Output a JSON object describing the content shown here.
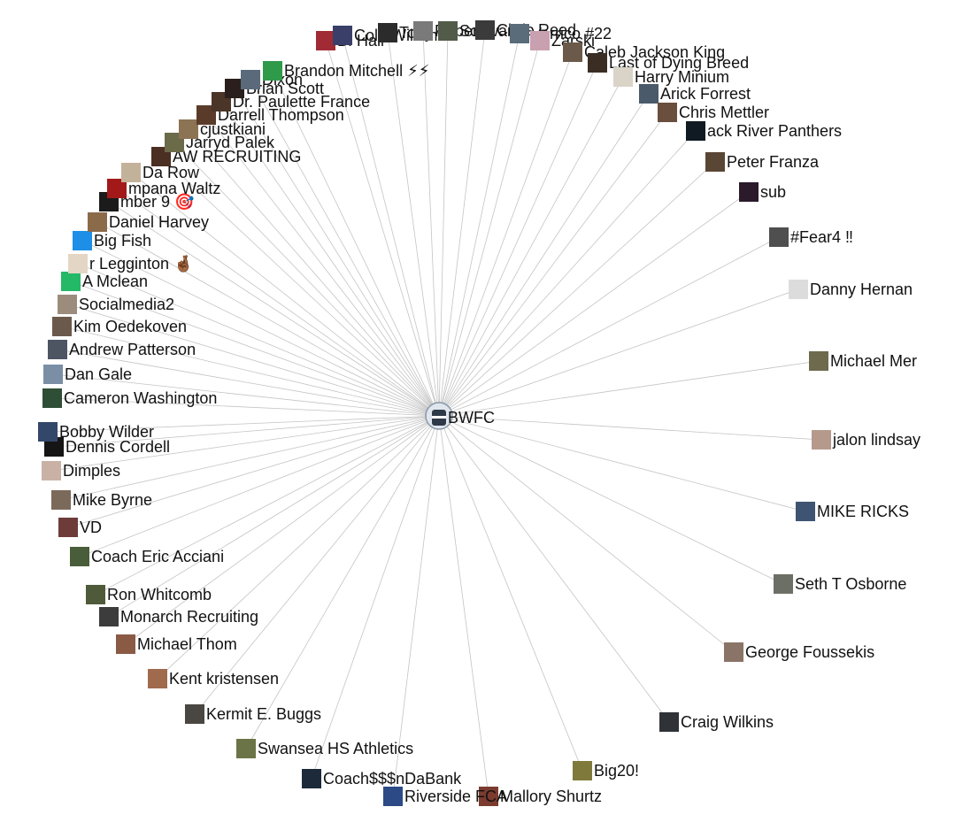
{
  "center": {
    "label": "BWFC"
  },
  "colors": {
    "edge": "#c4c4c4",
    "label": "#111111",
    "background": "#ffffff"
  },
  "nodes": [
    {
      "label": "Michael Mer",
      "avatar": "#6d6a4e"
    },
    {
      "label": "jalon lindsay",
      "avatar": "#b59a8c"
    },
    {
      "label": "MIKE RICKS",
      "avatar": "#3f5472"
    },
    {
      "label": "Seth T Osborne",
      "avatar": "#6c6f66"
    },
    {
      "label": "George Foussekis",
      "avatar": "#8a7467"
    },
    {
      "label": "Craig Wilkins",
      "avatar": "#2f3236"
    },
    {
      "label": "Big20!",
      "avatar": "#7f7a3c"
    },
    {
      "label": "Mallory Shurtz",
      "avatar": "#7b3b2e"
    },
    {
      "label": "Riverside FCA",
      "avatar": "#2c4a86"
    },
    {
      "label": "Coach$$$nDaBank",
      "avatar": "#1d2a3a"
    },
    {
      "label": "Swansea HS Athletics",
      "avatar": "#6b7446"
    },
    {
      "label": "Kermit E. Buggs",
      "avatar": "#4a4642"
    },
    {
      "label": "Kent kristensen",
      "avatar": "#a06a4c"
    },
    {
      "label": "Michael Thom",
      "avatar": "#8a5a45"
    },
    {
      "label": "Monarch Recruiting",
      "avatar": "#3c3c3c"
    },
    {
      "label": "Ron Whitcomb",
      "avatar": "#4f5a3a"
    },
    {
      "label": "Coach Eric Acciani",
      "avatar": "#4a5d3a"
    },
    {
      "label": "VD",
      "avatar": "#6e3b3b"
    },
    {
      "label": "Mike Byrne",
      "avatar": "#7b6a5a"
    },
    {
      "label": "Dimples",
      "avatar": "#c9b2a5"
    },
    {
      "label": "Dennis Cordell",
      "avatar": "#151515"
    },
    {
      "label": "Bobby Wilder",
      "avatar": "#33476a"
    },
    {
      "label": "Cameron Washington",
      "avatar": "#2e4f36"
    },
    {
      "label": "Dan Gale",
      "avatar": "#7a8fa6"
    },
    {
      "label": "Andrew Patterson",
      "avatar": "#4d5563"
    },
    {
      "label": "Kim Oedekoven",
      "avatar": "#6b5a4c"
    },
    {
      "label": "Socialmedia2",
      "avatar": "#9b8c7c"
    },
    {
      "label": "A Mclean",
      "avatar": "#23b967"
    },
    {
      "label": "r Legginton 🤞🏾",
      "avatar": "#e3d6c5"
    },
    {
      "label": "Big Fish",
      "avatar": "#1d8fe6"
    },
    {
      "label": "Daniel Harvey",
      "avatar": "#8b6a4a"
    },
    {
      "label": "mber 9 🎯",
      "avatar": "#1b1b1b"
    },
    {
      "label": "mpana Waltz",
      "avatar": "#a31919"
    },
    {
      "label": "Da Row",
      "avatar": "#c3b29a"
    },
    {
      "label": "AW RECRUITING",
      "avatar": "#4a2f22"
    },
    {
      "label": "Jarryd Palek",
      "avatar": "#6b6b4a"
    },
    {
      "label": "cjustkiani",
      "avatar": "#8c7353"
    },
    {
      "label": "Darrell Thompson",
      "avatar": "#5a3b2a"
    },
    {
      "label": "Dr. Paulette France",
      "avatar": "#4a3528"
    },
    {
      "label": "Brian Scott",
      "avatar": "#2a1f1c"
    },
    {
      "label": "Dixon",
      "avatar": "#5b6a7a"
    },
    {
      "label": "Brandon Mitchell ⚡⚡",
      "avatar": "#2f9a4a"
    },
    {
      "label": "B. Hall",
      "avatar": "#a12b34"
    },
    {
      "label": "Cole Williams",
      "avatar": "#3a3f6a"
    },
    {
      "label": "Tony",
      "avatar": "#2b2b2b"
    },
    {
      "label": "Roberts",
      "avatar": "#7a7a7a"
    },
    {
      "label": "Schwartz",
      "avatar": "#525a4a"
    },
    {
      "label": "Chris Reed",
      "avatar": "#3b3b3b"
    },
    {
      "label": "Verrico #22",
      "avatar": "#5a6b7a"
    },
    {
      "label": "Zarski",
      "avatar": "#c9a0b0"
    },
    {
      "label": "Caleb Jackson King",
      "avatar": "#6b5a4a"
    },
    {
      "label": "Last of Dying Breed",
      "avatar": "#3a2e24"
    },
    {
      "label": "Harry Minium",
      "avatar": "#d9d3c8"
    },
    {
      "label": "Arick Forrest",
      "avatar": "#4a5a6a"
    },
    {
      "label": "Chris Mettler",
      "avatar": "#6a4e3e"
    },
    {
      "label": "ack River Panthers",
      "avatar": "#0f1a22"
    },
    {
      "label": "Peter Franza",
      "avatar": "#5a4634"
    },
    {
      "label": "sub",
      "avatar": "#2a1a2a"
    },
    {
      "label": "#Fear4 ‼",
      "avatar": "#4f4f4f"
    },
    {
      "label": "Danny Hernan",
      "avatar": "#dcdcdc"
    }
  ]
}
